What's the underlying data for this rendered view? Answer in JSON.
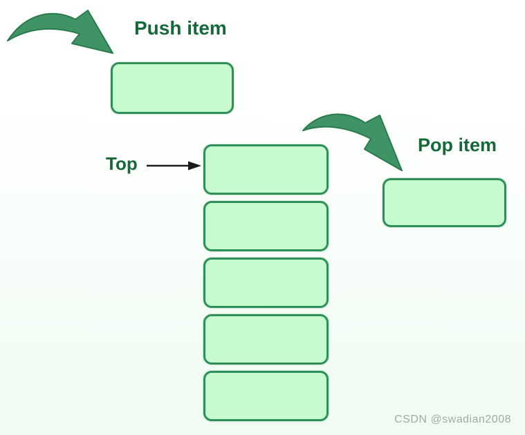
{
  "diagram": {
    "type": "stack-data-structure",
    "push_label": "Push item",
    "pop_label": "Pop item",
    "top_label": "Top",
    "stack": {
      "items": [
        "",
        "",
        "",
        "",
        ""
      ],
      "item_count": 5,
      "top_index": 0
    },
    "push_box_value": "",
    "pop_box_value": "",
    "colors": {
      "box_fill": "#c5fbce",
      "box_border": "#2f8f58",
      "arrow_fill": "#3f9364",
      "arrow_outline": "#2a7a4c",
      "label_color": "#156939",
      "pointer_color": "#1a1a1a",
      "watermark_color": "#a3aaa5"
    },
    "watermark": "CSDN @swadian2008"
  }
}
